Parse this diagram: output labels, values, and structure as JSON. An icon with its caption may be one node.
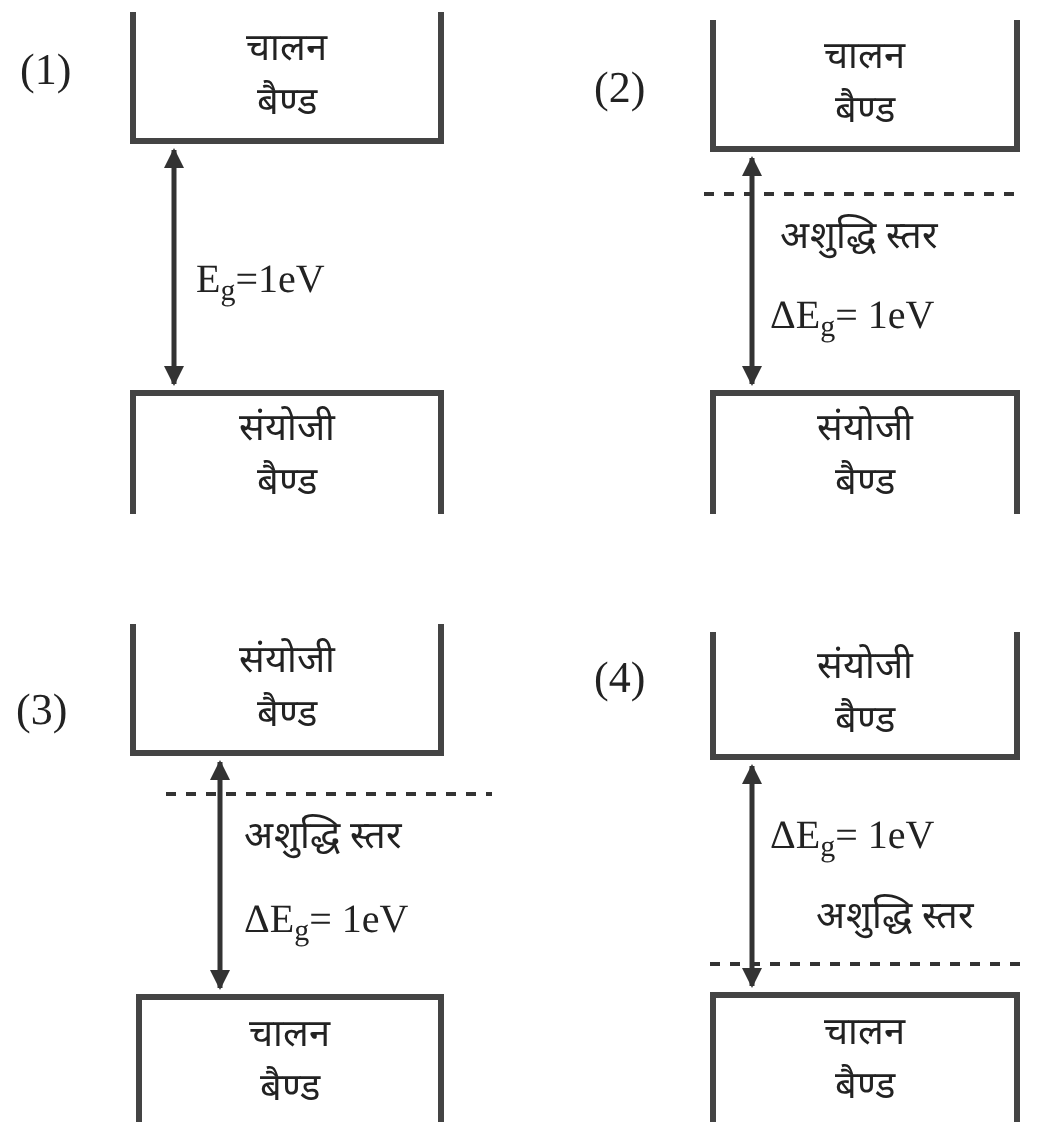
{
  "diagram": {
    "nodes": [
      {
        "text": [
          "चालन बैण्ड"
        ]
      },
      {
        "text": [
          "संयोजी बैण्ड"
        ]
      },
      {
        "text": [
          "चालन बैण्ड"
        ]
      },
      {
        "text": [
          "संयोजी बैण्ड"
        ]
      },
      {
        "text": [
          "संयोजी बैण्ड"
        ]
      },
      {
        "text": [
          "चालन बैण्ड"
        ]
      },
      {
        "text": [
          "संयोजी बैण्ड"
        ]
      },
      {
        "text": [
          "चालन बैण्ड"
        ]
      }
    ],
    "edges": [
      {
        "from": 0,
        "to": 1,
        "arrow": "both",
        "label": "E$_{g}$=1eV"
      },
      {
        "from": 2,
        "to": 3,
        "arrow": "both",
        "label": "ΔE$_{g}$= 1eV"
      },
      {
        "from": 4,
        "to": 5,
        "arrow": "both",
        "label": "ΔE$_{g}$= 1eV"
      },
      {
        "from": 6,
        "to": 7,
        "arrow": "both",
        "label": "ΔE$_{g}$= 1eV"
      }
    ],
    "labels": [
      "(1)",
      "(2)",
      "अशुद्धि स्तर",
      "(3)",
      "अशुद्धि स्तर",
      "(4)",
      "अशुद्धि स्तर"
    ]
  }
}
